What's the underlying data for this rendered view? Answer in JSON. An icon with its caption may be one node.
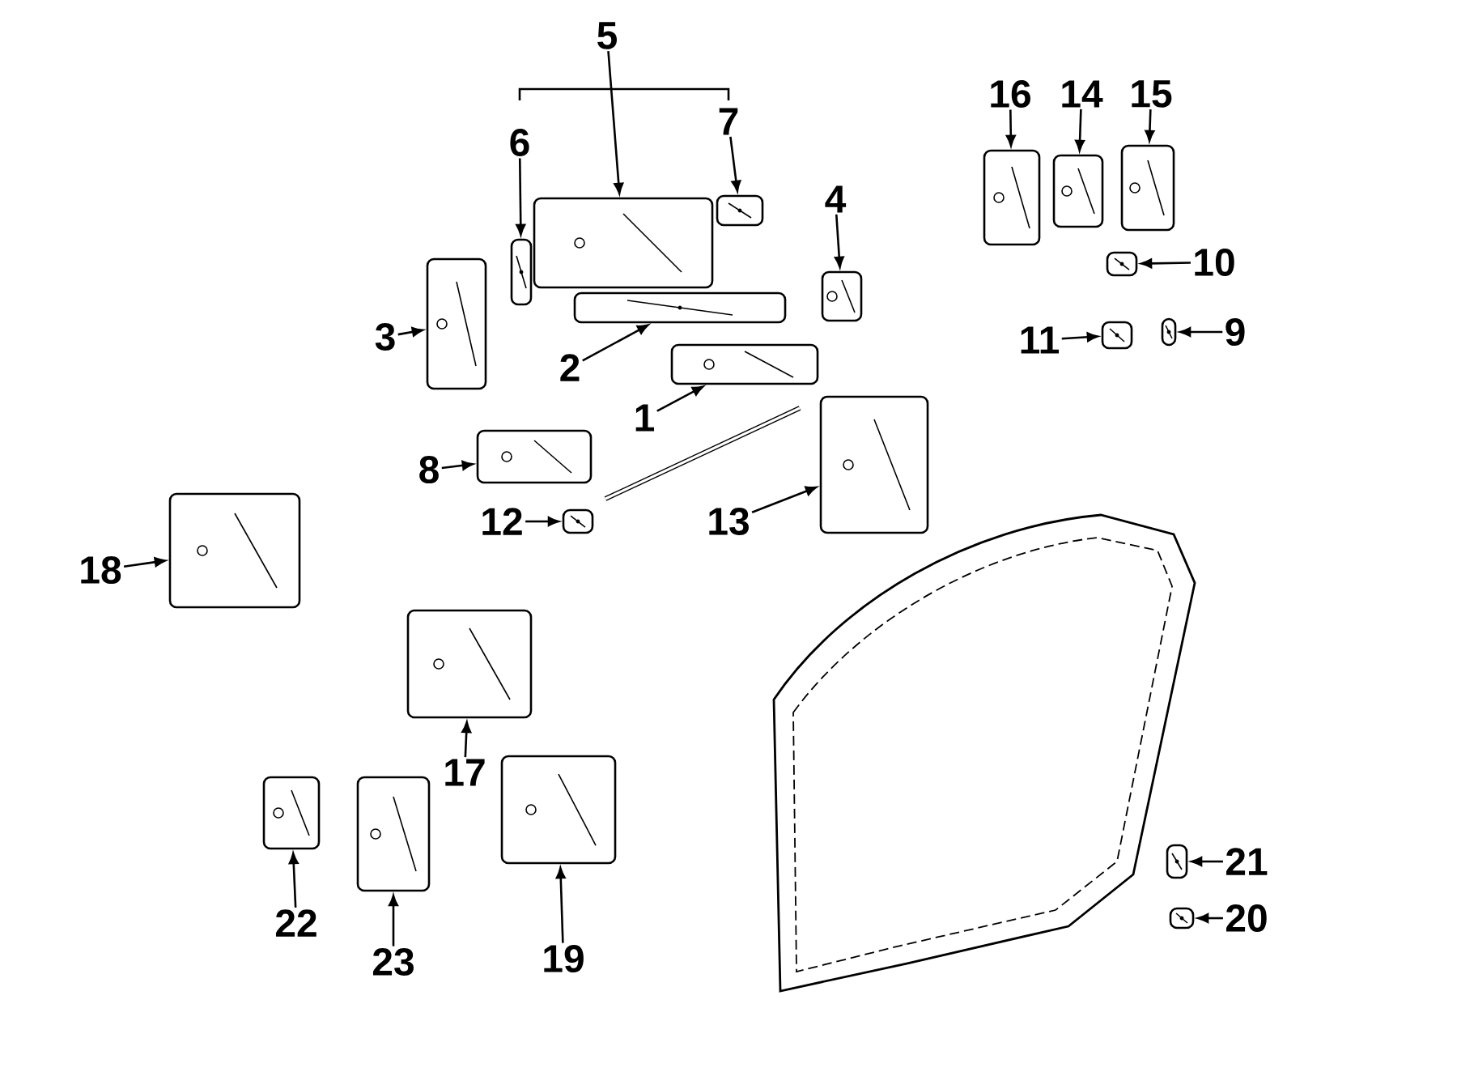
{
  "diagram": {
    "nodes": [
      {
        "text": [
          "5"
        ]
      },
      {
        "text": [
          "16"
        ]
      },
      {
        "text": [
          "14"
        ]
      },
      {
        "text": [
          "15"
        ]
      },
      {
        "text": [
          "6"
        ]
      },
      {
        "text": [
          "7"
        ]
      },
      {
        "text": [
          "4"
        ]
      },
      {
        "text": [
          "10"
        ]
      },
      {
        "text": [
          "3"
        ]
      },
      {
        "text": [
          "11"
        ]
      },
      {
        "text": [
          "9"
        ]
      },
      {
        "text": [
          "2"
        ]
      },
      {
        "text": [
          "1"
        ]
      },
      {
        "text": [
          "8"
        ]
      },
      {
        "text": [
          "12"
        ]
      },
      {
        "text": [
          "13"
        ]
      },
      {
        "text": [
          "18"
        ]
      },
      {
        "text": [
          "17"
        ]
      },
      {
        "text": [
          "21"
        ]
      },
      {
        "text": [
          "22"
        ]
      },
      {
        "text": [
          "20"
        ]
      },
      {
        "text": [
          "23"
        ]
      },
      {
        "text": [
          "19"
        ]
      },
      {
        "text": [],
        "shape": "picture"
      },
      {
        "text": [],
        "shape": "picture"
      },
      {
        "text": [],
        "shape": "picture"
      },
      {
        "text": [],
        "shape": "picture"
      },
      {
        "text": [],
        "shape": "picture"
      },
      {
        "text": [],
        "shape": "picture"
      },
      {
        "text": [],
        "shape": "picture"
      },
      {
        "text": [],
        "shape": "picture"
      },
      {
        "text": [],
        "shape": "picture"
      },
      {
        "text": [],
        "shape": "picture"
      },
      {
        "text": [],
        "shape": "picture"
      },
      {
        "text": [],
        "shape": "picture"
      },
      {
        "text": [],
        "shape": "picture"
      },
      {
        "text": [],
        "shape": "picture"
      },
      {
        "text": [],
        "shape": "picture"
      },
      {
        "text": [],
        "shape": "picture"
      },
      {
        "text": [],
        "shape": "picture"
      },
      {
        "text": [],
        "shape": "picture"
      },
      {
        "text": [],
        "shape": "picture"
      },
      {
        "text": [],
        "shape": "picture"
      },
      {
        "text": [],
        "shape": "picture"
      },
      {
        "text": [],
        "shape": "picture"
      },
      {
        "text": [],
        "shape": "picture"
      }
    ],
    "edges": [
      {
        "from": 0,
        "to": 23,
        "arrow": "to"
      },
      {
        "from": 1,
        "to": 24,
        "arrow": "to"
      },
      {
        "from": 2,
        "to": 25,
        "arrow": "to"
      },
      {
        "from": 3,
        "to": 26,
        "arrow": "to"
      },
      {
        "from": 4,
        "to": 27,
        "arrow": "to"
      },
      {
        "from": 5,
        "to": 28,
        "arrow": "to"
      },
      {
        "from": 6,
        "to": 29,
        "arrow": "to"
      },
      {
        "from": 7,
        "to": 30,
        "arrow": "to"
      },
      {
        "from": 8,
        "to": 31,
        "arrow": "to"
      },
      {
        "from": 9,
        "to": 32,
        "arrow": "to"
      },
      {
        "from": 10,
        "to": 33,
        "arrow": "to"
      },
      {
        "from": 11,
        "to": 34,
        "arrow": "to"
      },
      {
        "from": 12,
        "to": 35,
        "arrow": "to"
      },
      {
        "from": 13,
        "to": 36,
        "arrow": "to"
      },
      {
        "from": 14,
        "to": 37,
        "arrow": "to"
      },
      {
        "from": 15,
        "to": 38,
        "arrow": "to"
      },
      {
        "from": 16,
        "to": 39,
        "arrow": "to"
      },
      {
        "from": 17,
        "to": 40,
        "arrow": "to"
      },
      {
        "from": 18,
        "to": 41,
        "arrow": "to"
      },
      {
        "from": 19,
        "to": 42,
        "arrow": "to"
      },
      {
        "from": 20,
        "to": 43,
        "arrow": "to"
      },
      {
        "from": 21,
        "to": 44,
        "arrow": "to"
      },
      {
        "from": 22,
        "to": 45,
        "arrow": "to"
      }
    ]
  }
}
